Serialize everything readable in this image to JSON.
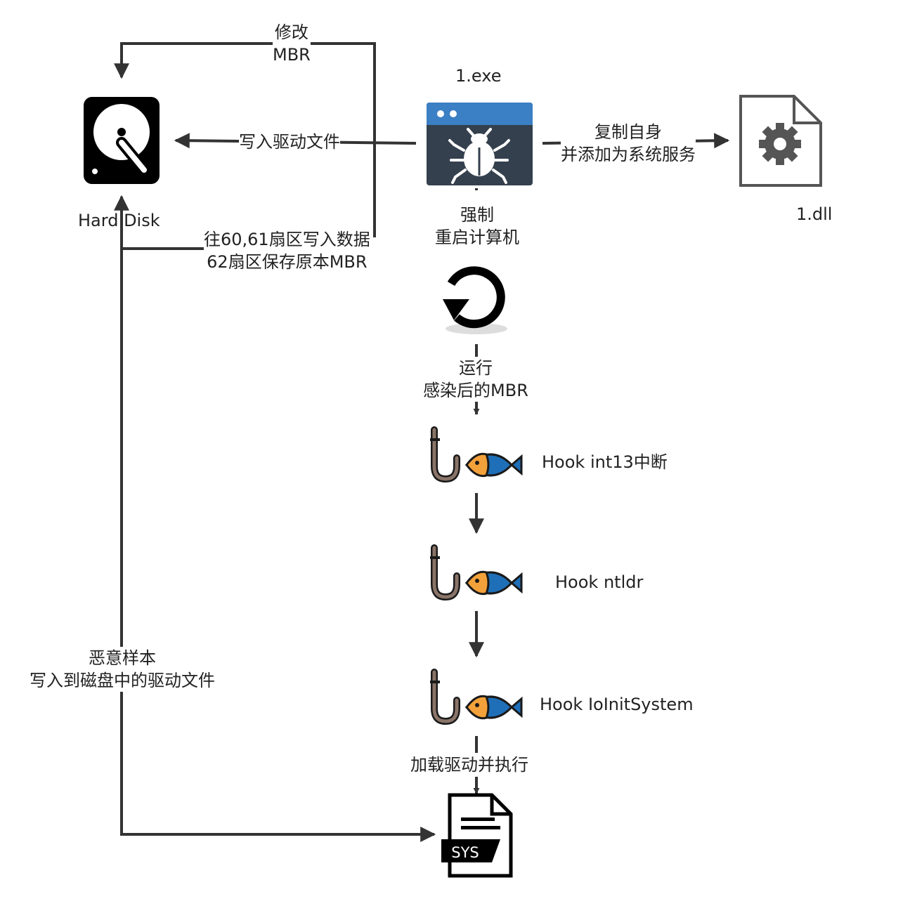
{
  "nodes": {
    "hard_disk": {
      "label": "Hard Disk",
      "icon": "hard-disk-icon"
    },
    "exe": {
      "label": "1.exe",
      "icon": "bug-window-icon",
      "accent": "#3b7fc4",
      "body": "#34404d"
    },
    "dll": {
      "label": "1.dll",
      "icon": "gear-file-icon"
    },
    "restart": {
      "icon": "restart-icon"
    },
    "hook1": {
      "label": "Hook int13中断",
      "icon": "hook-fish-icon"
    },
    "hook2": {
      "label": "Hook ntldr",
      "icon": "hook-fish-icon"
    },
    "hook3": {
      "label": "Hook IoInitSystem",
      "icon": "hook-fish-icon"
    },
    "sys": {
      "label": "SYS",
      "icon": "sys-file-icon"
    }
  },
  "edges": {
    "modify_mbr": [
      "修改",
      "MBR"
    ],
    "write_driver": "写入驱动文件",
    "write_sectors": [
      "往60,61扇区写入数据",
      "62扇区保存原本MBR"
    ],
    "copy_self": [
      "复制自身",
      "并添加为系统服务"
    ],
    "force_restart": [
      "强制",
      "重启计算机"
    ],
    "run_mbr": [
      "运行",
      "感染后的MBR"
    ],
    "load_driver": "加载驱动并执行",
    "malicious_sample": [
      "恶意样本",
      "写入到磁盘中的驱动文件"
    ]
  },
  "colors": {
    "line": "#333333",
    "fish_blue": "#1f6fb8",
    "fish_orange": "#f3a13a",
    "hook_brown": "#8a7468",
    "outline": "#1a1a1a"
  }
}
